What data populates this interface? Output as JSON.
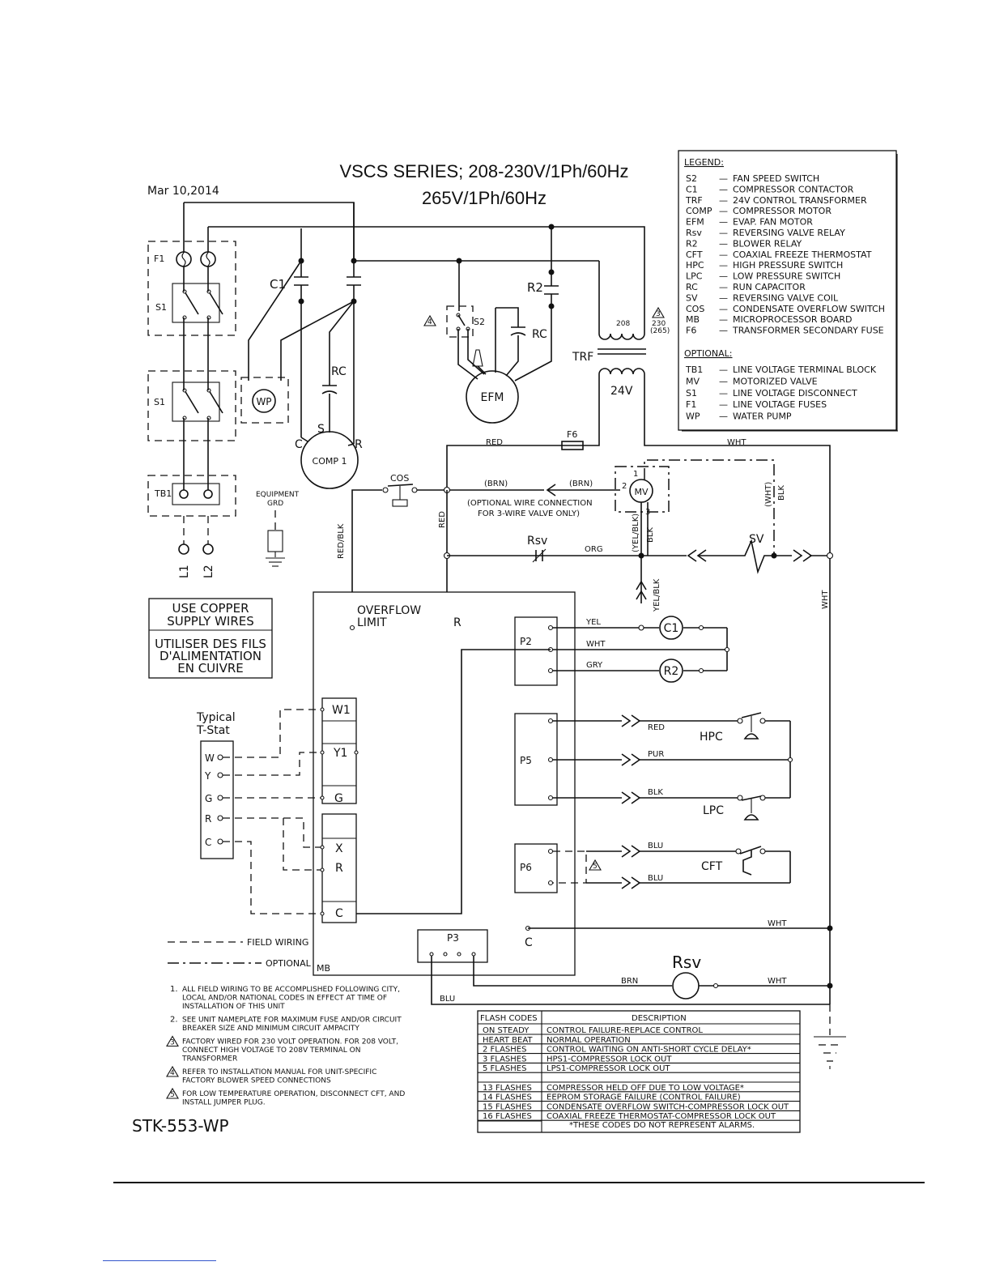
{
  "header": {
    "title_line1": "VSCS SERIES; 208-230V/1Ph/60Hz",
    "title_line2": "265V/1Ph/60Hz",
    "date": "Mar 10,2014"
  },
  "legend": {
    "heading": "LEGEND:",
    "items": [
      {
        "code": "S2",
        "desc": "FAN SPEED SWITCH"
      },
      {
        "code": "C1",
        "desc": "COMPRESSOR CONTACTOR"
      },
      {
        "code": "TRF",
        "desc": "24V CONTROL TRANSFORMER"
      },
      {
        "code": "COMP",
        "desc": "COMPRESSOR MOTOR"
      },
      {
        "code": "EFM",
        "desc": "EVAP. FAN MOTOR"
      },
      {
        "code": "Rsv",
        "desc": "REVERSING VALVE RELAY"
      },
      {
        "code": "R2",
        "desc": "BLOWER RELAY"
      },
      {
        "code": "CFT",
        "desc": "COAXIAL FREEZE THERMOSTAT"
      },
      {
        "code": "HPC",
        "desc": "HIGH PRESSURE SWITCH"
      },
      {
        "code": "LPC",
        "desc": "LOW PRESSURE SWITCH"
      },
      {
        "code": "RC",
        "desc": "RUN CAPACITOR"
      },
      {
        "code": "SV",
        "desc": "REVERSING VALVE COIL"
      },
      {
        "code": "COS",
        "desc": "CONDENSATE OVERFLOW SWITCH"
      },
      {
        "code": "MB",
        "desc": "MICROPROCESSOR BOARD"
      },
      {
        "code": "F6",
        "desc": "TRANSFORMER SECONDARY FUSE"
      }
    ],
    "optional_heading": "OPTIONAL:",
    "optional_items": [
      {
        "code": "TB1",
        "desc": "LINE VOLTAGE TERMINAL BLOCK"
      },
      {
        "code": "MV",
        "desc": "MOTORIZED VALVE"
      },
      {
        "code": "S1",
        "desc": "LINE VOLTAGE DISCONNECT"
      },
      {
        "code": "F1",
        "desc": "LINE VOLTAGE FUSES"
      },
      {
        "code": "WP",
        "desc": "WATER PUMP"
      }
    ]
  },
  "labels": {
    "f1": "F1",
    "s1": "S1",
    "s1b": "S1",
    "tb1": "TB1",
    "l1": "L1",
    "l2": "L2",
    "c1": "C1",
    "wp": "WP",
    "rc": "RC",
    "rc2": "RC",
    "comp": "COMP 1",
    "comp_c": "C",
    "comp_s": "S",
    "comp_r": "R",
    "efm": "EFM",
    "s2": "S2",
    "r2": "R2",
    "trf": "TRF",
    "v24": "24V",
    "t208": "208",
    "t230": "230",
    "t265": "(265)",
    "f6": "F6",
    "cos": "COS",
    "mv": "MV",
    "mv1": "1",
    "mv2": "2",
    "mv3": "3",
    "rsv": "Rsv",
    "sv": "SV",
    "rsv2": "Rsv",
    "hpc": "HPC",
    "lpc": "LPC",
    "cft": "CFT",
    "equip_grd_1": "EQUIPMENT",
    "equip_grd_2": "GRD",
    "overflow_1": "OVERFLOW",
    "overflow_2": "LIMIT",
    "mb_r": "R",
    "mb_c": "C",
    "mb": "MB",
    "p2": "P2",
    "p3": "P3",
    "p5": "P5",
    "p6": "P6",
    "c1_coil": "C1",
    "r2_coil": "R2",
    "w1": "W1",
    "y1": "Y1",
    "g": "G",
    "x": "X",
    "r": "R",
    "c": "C",
    "tstat_1": "Typical",
    "tstat_2": "T-Stat",
    "tw": "W",
    "ty": "Y",
    "tg": "G",
    "tr": "R",
    "tc": "C",
    "tri3": "3",
    "tri4": "4",
    "tri5": "5"
  },
  "wires": {
    "red": "RED",
    "wht": "WHT",
    "brn_l": "(BRN)",
    "brn_r": "(BRN)",
    "opt_wire_1": "(OPTIONAL WIRE CONNECTION",
    "opt_wire_2": "FOR 3-WIRE VALVE ONLY)",
    "red_blk": "RED/BLK",
    "red_v": "RED",
    "org": "ORG",
    "yel_blk_a": "(YEL/BLK)",
    "blk_a": "BLK",
    "yel_blk_b": "YEL/BLK",
    "wht_blk": "(WHT)",
    "blk_b": "BLK",
    "wht_v": "WHT",
    "yel": "YEL",
    "wht_p2": "WHT",
    "gry": "GRY",
    "red_p5": "RED",
    "pur": "PUR",
    "blk_p5": "BLK",
    "blu1": "BLU",
    "blu2": "BLU",
    "wht_c": "WHT",
    "brn_rsv": "BRN",
    "wht_rsv": "WHT",
    "blu_p3": "BLU"
  },
  "copper_box": {
    "line1": "USE COPPER",
    "line2": "SUPPLY WIRES",
    "line3": "UTILISER DES FILS",
    "line4": "D'ALIMENTATION",
    "line5": "EN CUIVRE"
  },
  "wiring_key": {
    "field": "FIELD WIRING",
    "optional": "OPTIONAL"
  },
  "notes": [
    {
      "mark": "1.",
      "lines": [
        "ALL FIELD WIRING TO BE ACCOMPLISHED FOLLOWING CITY,",
        "LOCAL AND/OR NATIONAL CODES IN EFFECT AT TIME OF",
        "INSTALLATION OF THIS UNIT"
      ]
    },
    {
      "mark": "2.",
      "lines": [
        "SEE UNIT NAMEPLATE FOR MAXIMUM FUSE AND/OR CIRCUIT",
        "BREAKER SIZE AND MINIMUM CIRCUIT AMPACITY"
      ]
    },
    {
      "mark": "3",
      "lines": [
        "FACTORY WIRED FOR 230 VOLT OPERATION. FOR 208 VOLT,",
        "CONNECT HIGH VOLTAGE TO 208V TERMINAL ON",
        "TRANSFORMER"
      ]
    },
    {
      "mark": "4",
      "lines": [
        "REFER TO INSTALLATION MANUAL FOR UNIT-SPECIFIC",
        "FACTORY BLOWER SPEED CONNECTIONS"
      ]
    },
    {
      "mark": "5",
      "lines": [
        "FOR LOW TEMPERATURE OPERATION, DISCONNECT CFT, AND",
        "INSTALL JUMPER PLUG."
      ]
    }
  ],
  "flash_codes": {
    "header_code": "FLASH CODES",
    "header_desc": "DESCRIPTION",
    "rows": [
      {
        "code": "ON STEADY",
        "desc": "CONTROL FAILURE-REPLACE CONTROL"
      },
      {
        "code": "HEART BEAT",
        "desc": "NORMAL OPERATION"
      },
      {
        "code": "2 FLASHES",
        "desc": "CONTROL WAITING ON ANTI-SHORT CYCLE DELAY*"
      },
      {
        "code": "3 FLASHES",
        "desc": "HPS1-COMPRESSOR LOCK OUT"
      },
      {
        "code": "5 FLASHES",
        "desc": "LPS1-COMPRESSOR LOCK OUT"
      },
      {
        "code": "",
        "desc": ""
      },
      {
        "code": "13 FLASHES",
        "desc": "COMPRESSOR HELD OFF DUE TO LOW VOLTAGE*"
      },
      {
        "code": "14 FLASHES",
        "desc": "EEPROM STORAGE FAILURE (CONTROL FAILURE)"
      },
      {
        "code": "15 FLASHES",
        "desc": "CONDENSATE OVERFLOW SWITCH-COMPRESSOR LOCK OUT"
      },
      {
        "code": "16 FLASHES",
        "desc": "COAXIAL FREEZE THERMOSTAT-COMPRESSOR LOCK OUT"
      }
    ],
    "footnote": "*THESE CODES DO NOT REPRESENT ALARMS."
  },
  "drawing_number": "STK-553-WP"
}
